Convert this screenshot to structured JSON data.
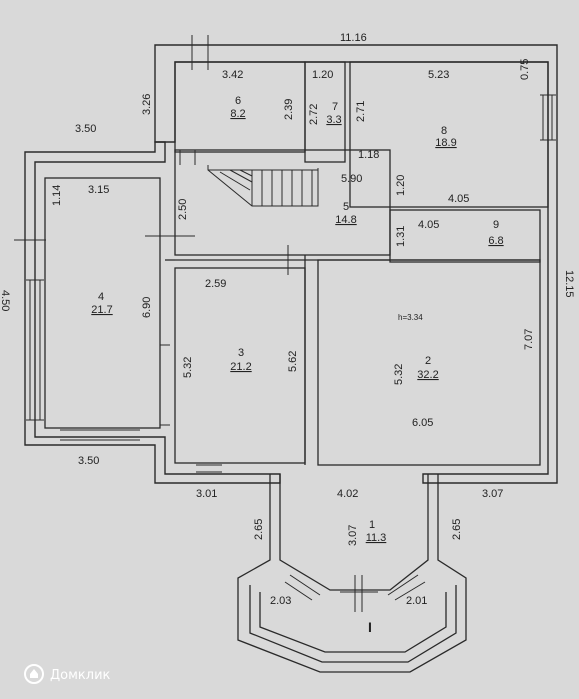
{
  "rooms": [
    {
      "no": "1",
      "area": "11.3"
    },
    {
      "no": "2",
      "area": "32.2"
    },
    {
      "no": "3",
      "area": "21.2"
    },
    {
      "no": "4",
      "area": "21.7"
    },
    {
      "no": "5",
      "area": "14.8"
    },
    {
      "no": "6",
      "area": "8.2"
    },
    {
      "no": "7",
      "area": "3.3"
    },
    {
      "no": "8",
      "area": "18.9"
    },
    {
      "no": "9",
      "area": "6.8"
    }
  ],
  "dims": {
    "top": "11.16",
    "right": "12.15",
    "left_cut": "3.50",
    "left_bottom": "3.50",
    "left_outer": "4.50",
    "r6_w": "3.42",
    "r6_h": "2.39",
    "r6_side": "3.26",
    "r7_w": "1.20",
    "r7_h": "2.72",
    "r7_h2": "2.71",
    "r8_w": "5.23",
    "r8_side": "0.75",
    "r4_w": "3.15",
    "r4_top": "1.14",
    "r4_h": "6.90",
    "r5_w": "5.90",
    "r5_d1": "1.18",
    "r5_d2": "1.20",
    "r5_h": "2.50",
    "r9_w1": "4.05",
    "r9_w2": "4.05",
    "r9_h": "1.31",
    "r3_w": "2.59",
    "r3_h1": "5.32",
    "r3_h2": "5.62",
    "r2_h1": "5.32",
    "r2_h2": "7.07",
    "r2_w": "6.05",
    "ceiling": "h=3.34",
    "bot_left": "3.01",
    "bot_right": "3.07",
    "r1_w": "4.02",
    "r1_h": "3.07",
    "r1_left": "2.65",
    "r1_right": "2.65",
    "bay_left": "2.03",
    "bay_right": "2.01"
  },
  "floor_mark": "I",
  "watermark": "Домклик"
}
